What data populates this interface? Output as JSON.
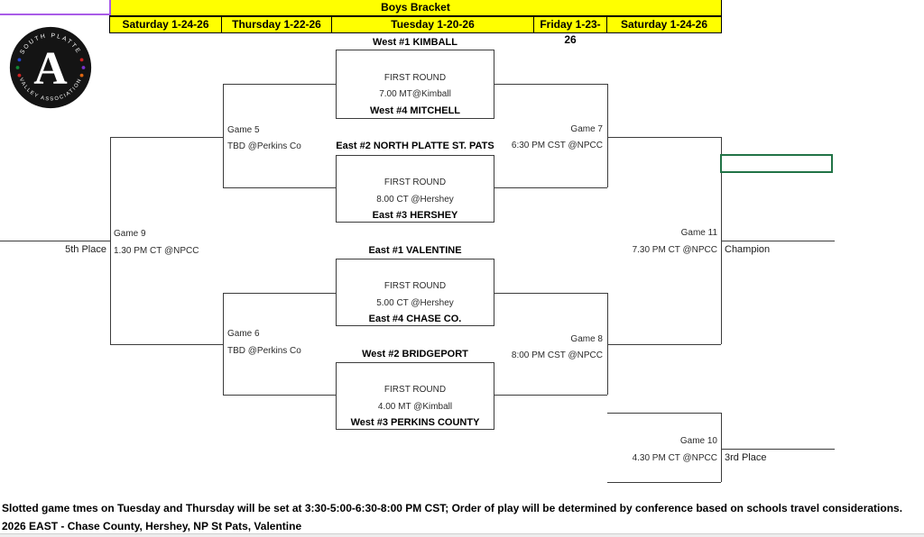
{
  "header": {
    "title": "Boys Bracket",
    "columns": [
      {
        "label": "Saturday 1-24-26"
      },
      {
        "label": "Thursday 1-22-26"
      },
      {
        "label": "Tuesday 1-20-26"
      },
      {
        "label": "Friday 1-23-26"
      },
      {
        "label": "Saturday 1-24-26"
      }
    ]
  },
  "logo": {
    "arc_top": "SOUTH PLATTE",
    "arc_bottom": "VALLEY ASSOCIATION",
    "letter": "A"
  },
  "matchups": [
    {
      "top": "West #1 KIMBALL",
      "round": "FIRST ROUND",
      "time": "7.00 MT@Kimball",
      "bottom": "West #4 MITCHELL"
    },
    {
      "top": "East #2 NORTH PLATTE ST. PATS",
      "round": "FIRST ROUND",
      "time": "8.00 CT @Hershey",
      "bottom": "East #3  HERSHEY"
    },
    {
      "top": "East #1 VALENTINE",
      "round": "FIRST ROUND",
      "time": "5.00 CT @Hershey",
      "bottom": "East #4 CHASE CO."
    },
    {
      "top": "West #2 BRIDGEPORT",
      "round": "FIRST ROUND",
      "time": "4.00 MT @Kimball",
      "bottom": "West #3 PERKINS COUNTY"
    }
  ],
  "games": {
    "game5": {
      "label": "Game 5",
      "detail": "TBD @Perkins Co"
    },
    "game6": {
      "label": "Game 6",
      "detail": "TBD @Perkins Co"
    },
    "game7": {
      "label": "Game 7",
      "detail": "6:30 PM CST @NPCC"
    },
    "game8": {
      "label": "Game 8",
      "detail": "8:00 PM CST @NPCC"
    },
    "game9": {
      "label": "Game 9",
      "detail": "1.30 PM CT @NPCC"
    },
    "game10": {
      "label": "Game 10",
      "detail": "4.30 PM CT @NPCC"
    },
    "game11": {
      "label": "Game 11",
      "detail": "7.30 PM CT @NPCC"
    }
  },
  "places": {
    "fifth": "5th Place",
    "champion": "Champion",
    "third": "3rd Place"
  },
  "footer": {
    "line1": "Slotted game tmes on Tuesday and Thursday will be set at 3:30-5:00-6:30-8:00 PM CST; Order of play will be determined by conference based on schools travel considerations.",
    "line2": "2026 EAST - Chase County, Hershey, NP St Pats, Valentine"
  },
  "colors": {
    "header_bg": "#ffff00",
    "selection_green": "#217346",
    "marquee_purple": "#a95ce8",
    "bracket_line": "#3c3c3c"
  }
}
